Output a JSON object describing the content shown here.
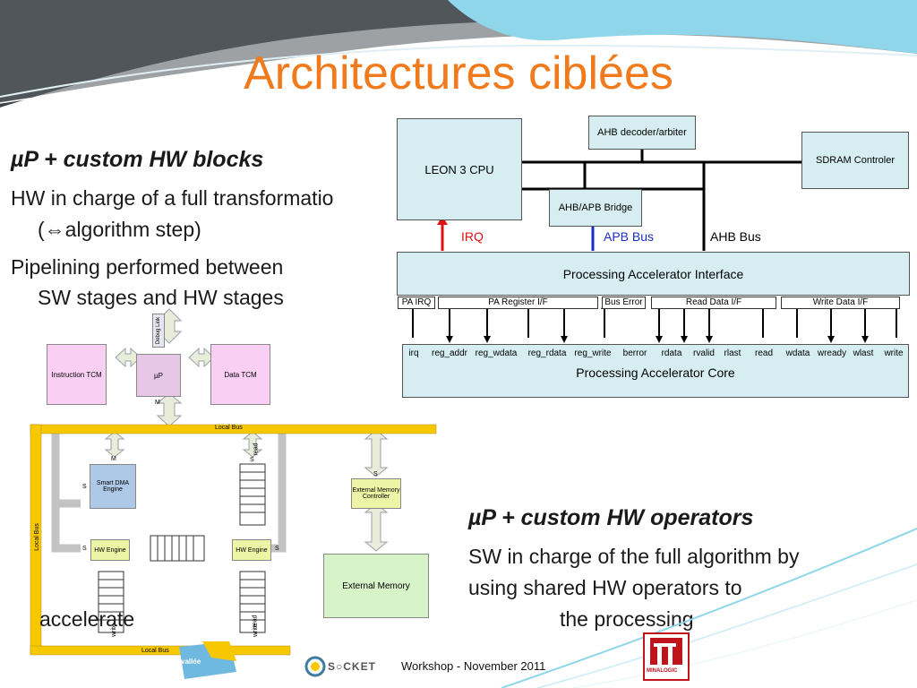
{
  "slide": {
    "title": "Architectures ciblées",
    "footer": "Workshop - November 2011",
    "footer_logo": "S○CKET",
    "logo_left": "vallée",
    "logo_right": "MINALOGIC"
  },
  "left_text": {
    "heading": "µP + custom HW blocks",
    "para1_line1": "HW in charge of a full transformatio",
    "para1_line2": "(⇔algorithm step)",
    "para2_line1": "Pipelining performed between",
    "para2_line2": "SW stages and HW stages"
  },
  "right_text": {
    "heading": "µP + custom HW operators",
    "line1": "SW in charge of the full algorithm by",
    "line2": "using shared HW operators to",
    "line3": "the processing",
    "overflow_word": "accelerate"
  },
  "top_diagram": {
    "leon": "LEON 3 CPU",
    "ahb_decoder": "AHB decoder/arbiter",
    "sdram": "SDRAM Controler",
    "bridge": "AHB/APB Bridge",
    "irq": "IRQ",
    "apb_bus": "APB Bus",
    "ahb_bus": "AHB Bus",
    "interface": "Processing Accelerator Interface",
    "core": "Processing Accelerator Core",
    "strips": [
      "PA IRQ",
      "PA Register I/F",
      "Bus Error",
      "Read Data I/F",
      "Write Data I/F"
    ],
    "signals": [
      "irq",
      "reg_addr",
      "reg_wdata",
      "reg_rdata",
      "reg_write",
      "berror",
      "rdata",
      "rvalid",
      "rlast",
      "read",
      "wdata",
      "wready",
      "wlast",
      "write"
    ],
    "colors": {
      "irq": "#e01010",
      "apb": "#1a2fc0",
      "box_fill": "#d6eef2"
    }
  },
  "bottom_diagram": {
    "debug_link": "Debug Link",
    "instr_tcm": "Instruction TCM",
    "data_tcm": "Data TCM",
    "up": "µP",
    "m_label": "M",
    "local_bus": "Local Bus",
    "local_bus_vertical": "Local Bus",
    "local_bus_bottom": "Local Bus",
    "dma": "Smart DMA Engine",
    "hw_engine": "HW Engine",
    "emc": "External Memory Controller",
    "ext_mem": "External Memory",
    "s": "S",
    "m": "M",
    "read": "read",
    "write": "write",
    "colors": {
      "tcm": "#f9d0f4",
      "up": "#e6c8e6",
      "dma": "#aec9e8",
      "hw": "#ecf5a5",
      "ext": "#d7f3c8",
      "bus": "#f7c800"
    }
  }
}
